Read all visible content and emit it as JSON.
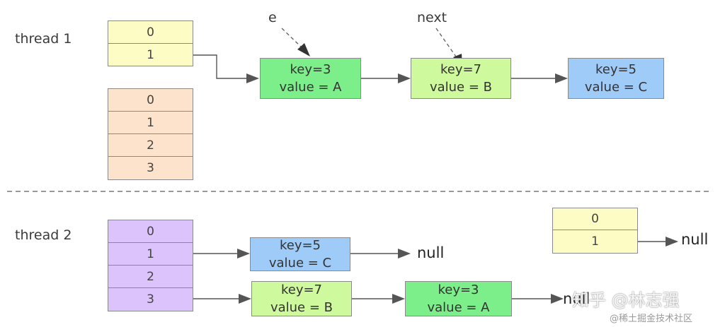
{
  "colors": {
    "yellow": "#fdfcc4",
    "orange": "#fde3cc",
    "purple": "#ddc3fb",
    "green": "#7cee8a",
    "light_green": "#cef99c",
    "blue": "#9fcbf9",
    "line": "#555555",
    "dash": "#9a9a9a"
  },
  "thread1": {
    "label": "thread 1",
    "old_table": [
      "0",
      "1"
    ],
    "new_table": [
      "0",
      "1",
      "2",
      "3"
    ],
    "pointer_e": "e",
    "pointer_next": "next",
    "chain": [
      {
        "key": "key=3",
        "value": "value = A"
      },
      {
        "key": "key=7",
        "value": "value = B"
      },
      {
        "key": "key=5",
        "value": "value = C"
      }
    ]
  },
  "thread2": {
    "label": "thread 2",
    "new_table": [
      "0",
      "1",
      "2",
      "3"
    ],
    "bucket1_chain": [
      {
        "key": "key=5",
        "value": "value = C"
      }
    ],
    "bucket1_end": "null",
    "bucket3_chain": [
      {
        "key": "key=7",
        "value": "value = B"
      },
      {
        "key": "key=3",
        "value": "value = A"
      }
    ],
    "bucket3_end": "null",
    "old_table": [
      "0",
      "1"
    ],
    "old_end": "null"
  },
  "watermarks": {
    "zhihu": "知乎 @林志强",
    "juejin": "@稀土掘金技术社区"
  }
}
